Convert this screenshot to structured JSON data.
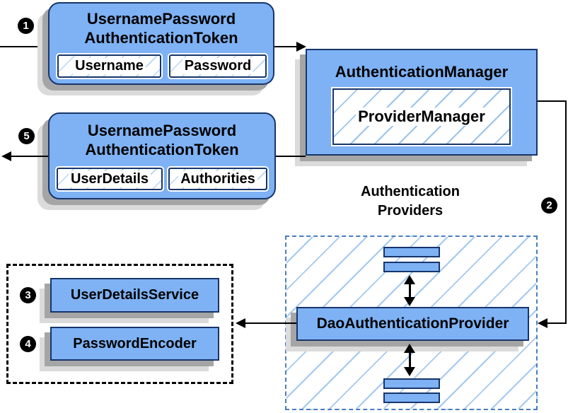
{
  "steps": {
    "one": "1",
    "two": "2",
    "three": "3",
    "four": "4",
    "five": "5"
  },
  "request_token": {
    "title": [
      "UsernamePassword",
      "AuthenticationToken"
    ],
    "fields": [
      "Username",
      "Password"
    ]
  },
  "authentication_manager": {
    "title": "AuthenticationManager",
    "provider_manager": "ProviderManager"
  },
  "response_token": {
    "title": [
      "UsernamePassword",
      "AuthenticationToken"
    ],
    "fields": [
      "UserDetails",
      "Authorities"
    ]
  },
  "providers": {
    "label": [
      "Authentication",
      "Providers"
    ],
    "dao_provider": "DaoAuthenticationProvider"
  },
  "services": {
    "user_details_service": "UserDetailsService",
    "password_encoder": "PasswordEncoder"
  },
  "colors": {
    "node_fill": "#7EB2F4",
    "node_border": "#17356B",
    "hatch_line": "#A4C9EE",
    "providers_dash_border": "#4A7DBD",
    "services_dash_border": "#000000",
    "shadow_dark": "#A5A5A5",
    "shadow_light": "#DBDBDB",
    "connector": "#000000",
    "badge_bg": "#000000",
    "badge_text": "#FFFFFF"
  }
}
